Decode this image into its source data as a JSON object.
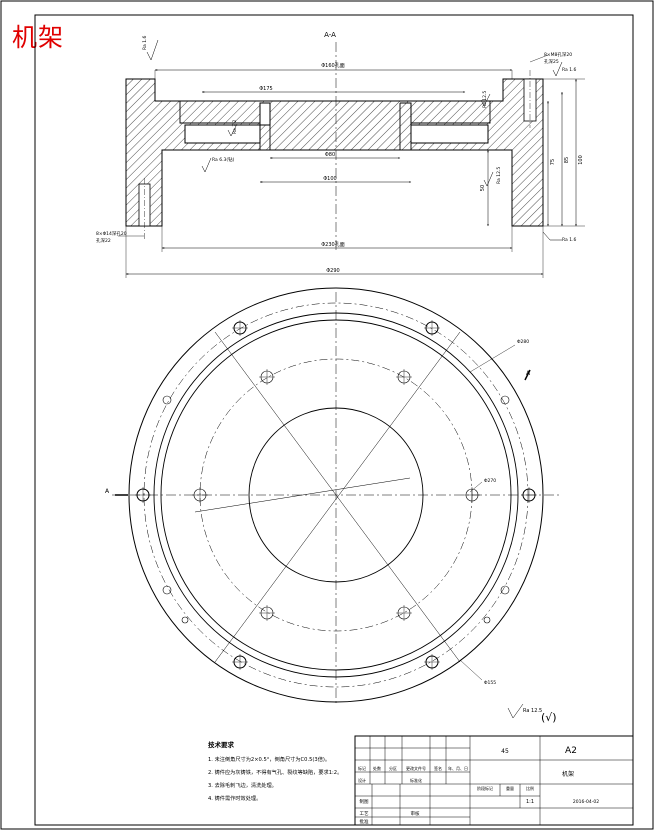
{
  "header": {
    "stamp": "机架"
  },
  "section_view": {
    "label": "A-A",
    "dims": {
      "d_top_bore": "Φ160孔面",
      "d_175": "Φ175",
      "d_80": "Φ80",
      "d_100": "Φ100",
      "d_bottom": "Φ230孔面",
      "d_overall": "Φ290",
      "height_75": "75",
      "height_85": "85",
      "height_100": "100",
      "height_50": "50",
      "left_hole": "8×Φ14深孔20",
      "left_hole_b": "孔深22",
      "right_hole": "8×M8孔深20",
      "right_hole_b": "孔深25",
      "thread_note": "M8"
    },
    "roughness": {
      "top_left": "Ra 1.6",
      "top_right": "Ra 1.6",
      "mid": "Ra 3.2",
      "inner": "Ra 6.3(钻)",
      "right_step": "Ra 12.5",
      "right_inner": "Ra 12.5",
      "bottom_right": "Ra 1.6"
    }
  },
  "plan_view": {
    "section_mark": "A",
    "dims": {
      "d_outer": "Φ280",
      "d_pitch": "Φ270",
      "d_inner": "Φ155"
    }
  },
  "general_roughness": {
    "symbol": "Ra 12.5",
    "paren": "(√)"
  },
  "tech_requirements": {
    "title": "技术要求",
    "items": [
      "1. 未注倒角尺寸为2×0.5°，倒角尺寸为C0.5(3倍)。",
      "2. 铸件应为灰铸铁，不得有气孔、裂纹等缺陷，要求1:2。",
      "3. 去除毛刺飞边，清洗处理。",
      "4. 铸件需作时效处理。"
    ]
  },
  "title_block": {
    "material": "45",
    "sheet_size": "A2",
    "part_name": "机架",
    "headers": [
      "标记",
      "处数",
      "分区",
      "更改文件号",
      "签名",
      "年、月、日"
    ],
    "row2": [
      "设计",
      "",
      "",
      "标准化",
      "",
      "阶段标记",
      "重量",
      "比例"
    ],
    "scale": "1:1",
    "drawer": "制图",
    "checker": "工艺",
    "approver": "审核",
    "approve2": "批准",
    "date": "2016-04-02"
  }
}
